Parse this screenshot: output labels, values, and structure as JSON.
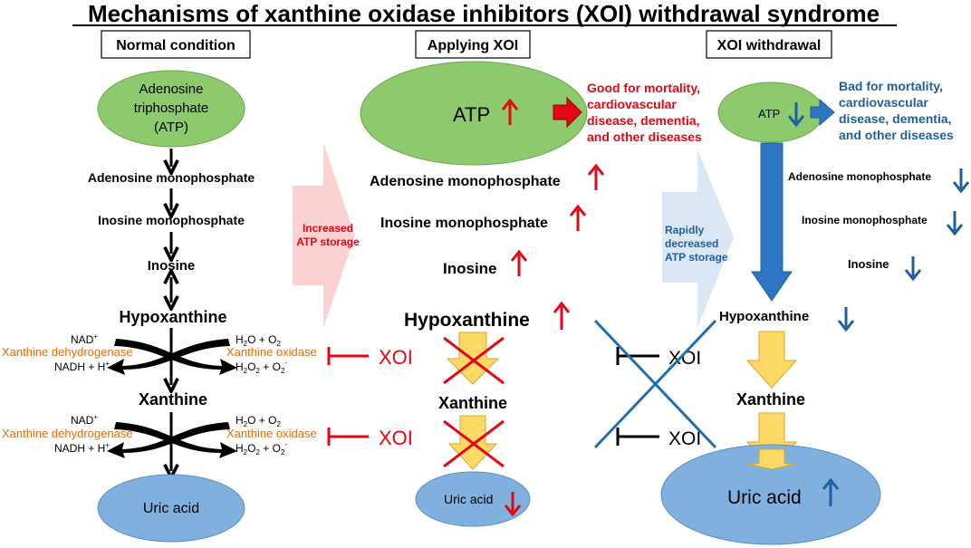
{
  "title": "Mechanisms of xanthine oxidase inhibitors (XOI) withdrawal syndrome",
  "colors": {
    "red": "#e30613",
    "blue": "#1f5f9e",
    "orange": "#e36c0a",
    "green_fill": "#8dc96d",
    "blue_fill": "#7fb0de",
    "yellow_arrow": "#ffd965"
  },
  "normal": {
    "header": "Normal condition",
    "atp_line1": "Adenosine",
    "atp_line2": "triphosphate",
    "atp_line3": "(ATP)",
    "amp": "Adenosine  monophosphate",
    "imp": "Inosine monophosphate",
    "inosine": "Inosine",
    "hypoxanthine": "Hypoxanthine",
    "xanthine": "Xanthine",
    "uric_acid": "Uric acid",
    "nad": "NAD",
    "nad_sup": "+",
    "xdh": "Xanthine dehydrogenase",
    "nadh": "NADH + H",
    "nadh_sup": "+",
    "h2o": "H",
    "h2o_sub": "2",
    "h2o_rest": "O + O",
    "h2o_sub2": "2",
    "xo": "Xanthine oxidase",
    "h2o2": "H",
    "h2o2_sub": "2",
    "h2o2_mid": "O",
    "h2o2_sub2": "2",
    "h2o2_rest": " + O",
    "h2o2_sub3": "2",
    "h2o2_sup": "-"
  },
  "transition1": {
    "line1": "Increased",
    "line2": "ATP storage"
  },
  "applying": {
    "header": "Applying XOI",
    "atp": "ATP",
    "effect_line1": "Good for mortality,",
    "effect_line2": "cardiovascular",
    "effect_line3": "disease, dementia,",
    "effect_line4": "and other diseases",
    "amp": "Adenosine monophosphate",
    "imp": "Inosine monophosphate",
    "inosine": "Inosine",
    "hypoxanthine": "Hypoxanthine",
    "xanthine": "Xanthine",
    "uric_acid": "Uric acid",
    "xoi1": "XOI",
    "xoi2": "XOI"
  },
  "transition2": {
    "line1": "Rapidly",
    "line2": "decreased",
    "line3": "ATP storage"
  },
  "withdrawal": {
    "header": "XOI withdrawal",
    "atp": "ATP",
    "effect_line1": "Bad for mortality,",
    "effect_line2": "cardiovascular",
    "effect_line3": "disease, dementia,",
    "effect_line4": "and other diseases",
    "amp": "Adenosine monophosphate",
    "imp": "Inosine monophosphate",
    "inosine": "Inosine",
    "hypoxanthine": "Hypoxanthine",
    "xanthine": "Xanthine",
    "uric_acid": "Uric acid",
    "xoi1": "XOI",
    "xoi2": "XOI"
  }
}
